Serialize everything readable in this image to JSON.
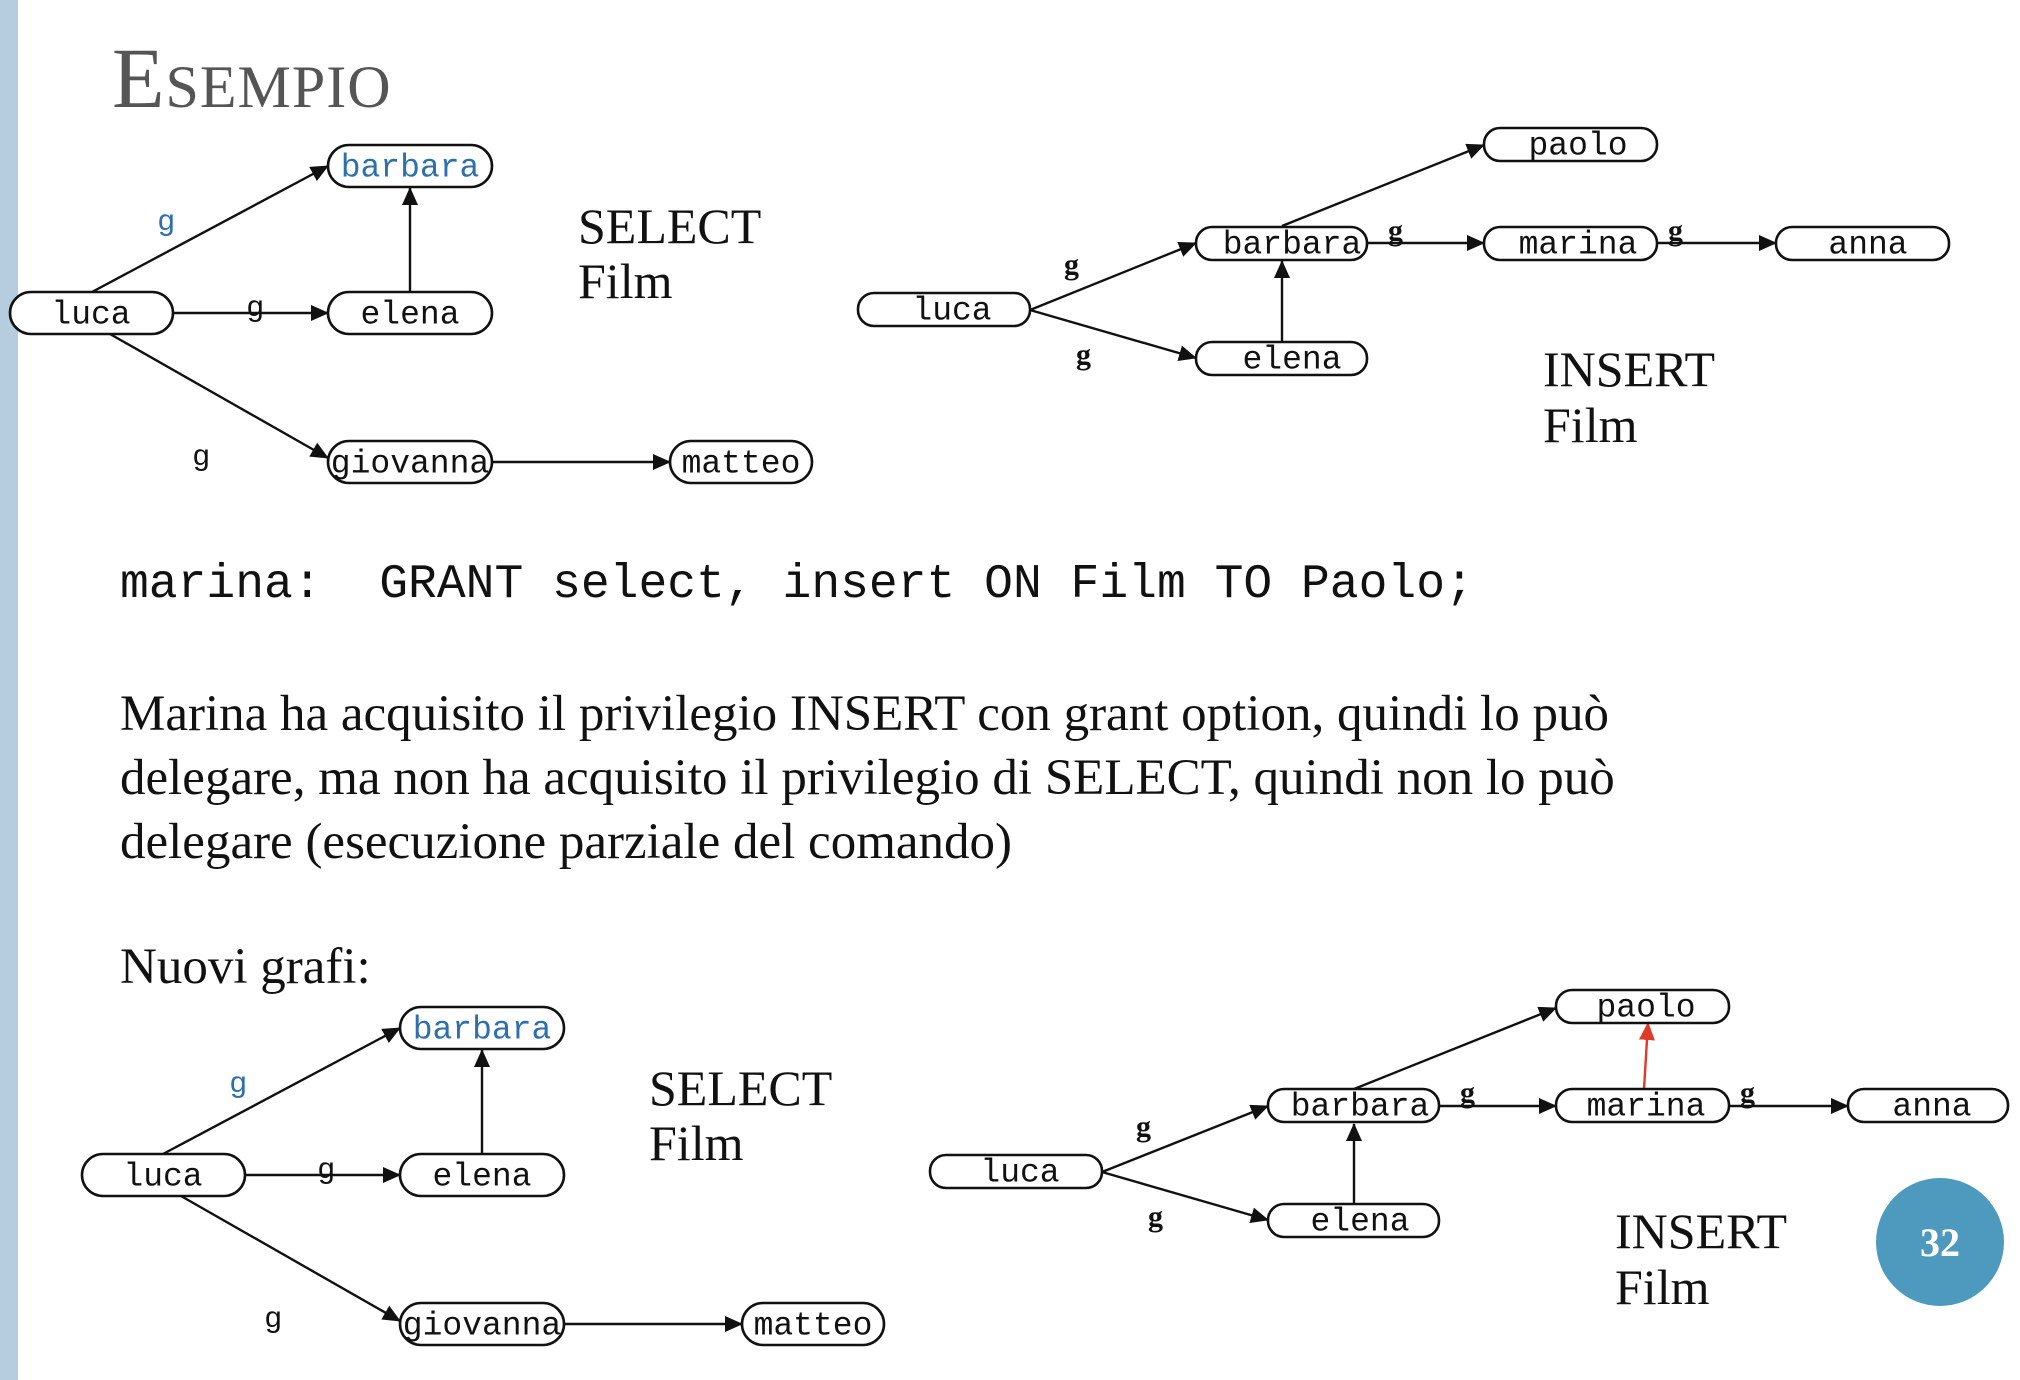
{
  "slide": {
    "title": "Esempio",
    "command": "marina:  GRANT select, insert ON Film TO Paolo;",
    "paragraph_lines": [
      "Marina ha acquisito il privilegio INSERT con grant option, quindi lo può",
      "delegare, ma non ha acquisito il privilegio di SELECT, quindi non lo può",
      "delegare (esecuzione parziale del comando)"
    ],
    "subheading": "Nuovi grafi:",
    "page_number": "32"
  },
  "graphs": {
    "select_before": {
      "label_line1": "SELECT",
      "label_line2": "Film",
      "nodes": {
        "luca": "luca",
        "barbara": "barbara",
        "elena": "elena",
        "giovanna": "giovanna",
        "matteo": "matteo"
      },
      "edge_labels": {
        "luca_barbara": "g",
        "luca_elena": "g",
        "luca_giovanna": "g"
      }
    },
    "insert_before": {
      "label_line1": "INSERT",
      "label_line2": "Film",
      "nodes": {
        "luca": "luca",
        "barbara": "barbara",
        "elena": "elena",
        "paolo": "paolo",
        "marina": "marina",
        "anna": "anna"
      },
      "edge_labels": {
        "luca_barbara": "g",
        "luca_elena": "g",
        "barbara_marina": "g",
        "marina_anna": "g"
      }
    },
    "select_after": {
      "label_line1": "SELECT",
      "label_line2": "Film",
      "nodes": {
        "luca": "luca",
        "barbara": "barbara",
        "elena": "elena",
        "giovanna": "giovanna",
        "matteo": "matteo"
      },
      "edge_labels": {
        "luca_barbara": "g",
        "luca_elena": "g",
        "luca_giovanna": "g"
      }
    },
    "insert_after": {
      "label_line1": "INSERT",
      "label_line2": "Film",
      "nodes": {
        "luca": "luca",
        "barbara": "barbara",
        "elena": "elena",
        "paolo": "paolo",
        "marina": "marina",
        "anna": "anna"
      },
      "edge_labels": {
        "luca_barbara": "g",
        "luca_elena": "g",
        "barbara_marina": "g",
        "marina_anna": "g"
      }
    }
  },
  "colors": {
    "accent_blue": "#2e6fad",
    "new_edge_red": "#e03a2a",
    "badge": "#4d9abe",
    "left_bar": "#b6cde0"
  }
}
